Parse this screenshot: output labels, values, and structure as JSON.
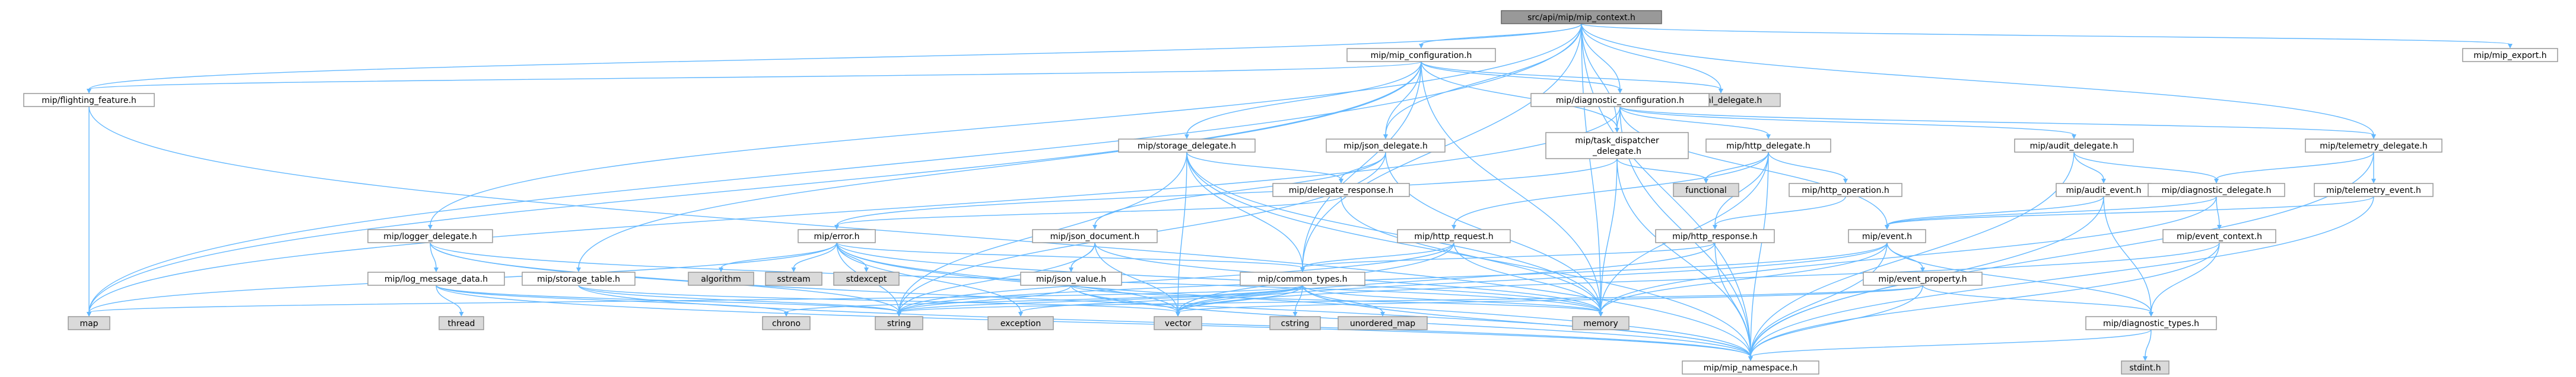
{
  "graph": {
    "root": "src/api/mip/mip_context.h",
    "nodes": [
      {
        "id": "root",
        "label": "src/api/mip/mip_context.h",
        "style": "root"
      },
      {
        "id": "mip_configuration",
        "label": "mip/mip_configuration.h",
        "style": "white"
      },
      {
        "id": "mip_export",
        "label": "mip/mip_export.h",
        "style": "white"
      },
      {
        "id": "flighting_feature",
        "label": "mip/flighting_feature.h",
        "style": "white"
      },
      {
        "id": "xml_delegate",
        "label": "mip/xml_delegate.h",
        "style": "gray"
      },
      {
        "id": "diagnostic_configuration",
        "label": "mip/diagnostic_configuration.h",
        "style": "white"
      },
      {
        "id": "storage_delegate",
        "label": "mip/storage_delegate.h",
        "style": "white"
      },
      {
        "id": "json_delegate",
        "label": "mip/json_delegate.h",
        "style": "white"
      },
      {
        "id": "task_dispatcher_delegate",
        "label": "mip/task_dispatcher_delegate.h",
        "style": "white"
      },
      {
        "id": "http_delegate",
        "label": "mip/http_delegate.h",
        "style": "white"
      },
      {
        "id": "audit_delegate",
        "label": "mip/audit_delegate.h",
        "style": "white"
      },
      {
        "id": "telemetry_delegate",
        "label": "mip/telemetry_delegate.h",
        "style": "white"
      },
      {
        "id": "functional",
        "label": "functional",
        "style": "gray"
      },
      {
        "id": "delegate_response",
        "label": "mip/delegate_response.h",
        "style": "white"
      },
      {
        "id": "http_operation",
        "label": "mip/http_operation.h",
        "style": "white"
      },
      {
        "id": "audit_event",
        "label": "mip/audit_event.h",
        "style": "white"
      },
      {
        "id": "diagnostic_delegate",
        "label": "mip/diagnostic_delegate.h",
        "style": "white"
      },
      {
        "id": "telemetry_event",
        "label": "mip/telemetry_event.h",
        "style": "white"
      },
      {
        "id": "logger_delegate",
        "label": "mip/logger_delegate.h",
        "style": "white"
      },
      {
        "id": "error",
        "label": "mip/error.h",
        "style": "white"
      },
      {
        "id": "json_document",
        "label": "mip/json_document.h",
        "style": "white"
      },
      {
        "id": "http_request",
        "label": "mip/http_request.h",
        "style": "white"
      },
      {
        "id": "http_response",
        "label": "mip/http_response.h",
        "style": "white"
      },
      {
        "id": "event",
        "label": "mip/event.h",
        "style": "white"
      },
      {
        "id": "event_context",
        "label": "mip/event_context.h",
        "style": "white"
      },
      {
        "id": "algorithm",
        "label": "algorithm",
        "style": "gray"
      },
      {
        "id": "sstream",
        "label": "sstream",
        "style": "gray"
      },
      {
        "id": "stdexcept",
        "label": "stdexcept",
        "style": "gray"
      },
      {
        "id": "log_message_data",
        "label": "mip/log_message_data.h",
        "style": "white"
      },
      {
        "id": "storage_table",
        "label": "mip/storage_table.h",
        "style": "white"
      },
      {
        "id": "json_value",
        "label": "mip/json_value.h",
        "style": "white"
      },
      {
        "id": "common_types",
        "label": "mip/common_types.h",
        "style": "white"
      },
      {
        "id": "event_property",
        "label": "mip/event_property.h",
        "style": "white"
      },
      {
        "id": "map",
        "label": "map",
        "style": "gray"
      },
      {
        "id": "thread",
        "label": "thread",
        "style": "gray"
      },
      {
        "id": "chrono",
        "label": "chrono",
        "style": "gray"
      },
      {
        "id": "string",
        "label": "string",
        "style": "gray"
      },
      {
        "id": "exception",
        "label": "exception",
        "style": "gray"
      },
      {
        "id": "vector",
        "label": "vector",
        "style": "gray"
      },
      {
        "id": "cstring",
        "label": "cstring",
        "style": "gray"
      },
      {
        "id": "unordered_map",
        "label": "unordered_map",
        "style": "gray"
      },
      {
        "id": "memory",
        "label": "memory",
        "style": "gray"
      },
      {
        "id": "diagnostic_types",
        "label": "mip/diagnostic_types.h",
        "style": "white"
      },
      {
        "id": "mip_namespace",
        "label": "mip/mip_namespace.h",
        "style": "white"
      },
      {
        "id": "stdint",
        "label": "stdint.h",
        "style": "gray"
      }
    ],
    "edges": [
      [
        "root",
        "mip_configuration"
      ],
      [
        "root",
        "mip_export"
      ],
      [
        "root",
        "flighting_feature"
      ],
      [
        "root",
        "xml_delegate"
      ],
      [
        "root",
        "diagnostic_configuration"
      ],
      [
        "root",
        "json_delegate"
      ],
      [
        "root",
        "telemetry_delegate"
      ],
      [
        "root",
        "logger_delegate"
      ],
      [
        "root",
        "map"
      ],
      [
        "root",
        "mip_namespace"
      ],
      [
        "root",
        "memory"
      ],
      [
        "root",
        "common_types"
      ],
      [
        "root",
        "task_dispatcher_delegate"
      ],
      [
        "mip_configuration",
        "flighting_feature"
      ],
      [
        "mip_configuration",
        "xml_delegate"
      ],
      [
        "mip_configuration",
        "diagnostic_configuration"
      ],
      [
        "mip_configuration",
        "storage_delegate"
      ],
      [
        "mip_configuration",
        "json_delegate"
      ],
      [
        "mip_configuration",
        "task_dispatcher_delegate"
      ],
      [
        "mip_configuration",
        "map"
      ],
      [
        "mip_configuration",
        "memory"
      ],
      [
        "mip_configuration",
        "storage_table"
      ],
      [
        "mip_configuration",
        "common_types"
      ],
      [
        "flighting_feature",
        "map"
      ],
      [
        "flighting_feature",
        "mip_namespace"
      ],
      [
        "diagnostic_configuration",
        "task_dispatcher_delegate"
      ],
      [
        "diagnostic_configuration",
        "http_delegate"
      ],
      [
        "diagnostic_configuration",
        "audit_delegate"
      ],
      [
        "diagnostic_configuration",
        "telemetry_delegate"
      ],
      [
        "diagnostic_configuration",
        "map"
      ],
      [
        "diagnostic_configuration",
        "mip_namespace"
      ],
      [
        "diagnostic_configuration",
        "event"
      ],
      [
        "storage_delegate",
        "delegate_response"
      ],
      [
        "storage_delegate",
        "common_types"
      ],
      [
        "storage_delegate",
        "vector"
      ],
      [
        "storage_delegate",
        "memory"
      ],
      [
        "storage_delegate",
        "string"
      ],
      [
        "storage_delegate",
        "mip_namespace"
      ],
      [
        "json_delegate",
        "delegate_response"
      ],
      [
        "json_delegate",
        "json_document"
      ],
      [
        "json_delegate",
        "memory"
      ],
      [
        "json_delegate",
        "string"
      ],
      [
        "task_dispatcher_delegate",
        "functional"
      ],
      [
        "task_dispatcher_delegate",
        "memory"
      ],
      [
        "task_dispatcher_delegate",
        "error"
      ],
      [
        "task_dispatcher_delegate",
        "mip_namespace"
      ],
      [
        "http_delegate",
        "functional"
      ],
      [
        "http_delegate",
        "http_operation"
      ],
      [
        "http_delegate",
        "http_request"
      ],
      [
        "http_delegate",
        "http_response"
      ],
      [
        "http_delegate",
        "memory"
      ],
      [
        "http_delegate",
        "mip_namespace"
      ],
      [
        "audit_delegate",
        "audit_event"
      ],
      [
        "audit_delegate",
        "diagnostic_delegate"
      ],
      [
        "audit_delegate",
        "mip_namespace"
      ],
      [
        "telemetry_delegate",
        "diagnostic_delegate"
      ],
      [
        "telemetry_delegate",
        "telemetry_event"
      ],
      [
        "telemetry_delegate",
        "mip_namespace"
      ],
      [
        "delegate_response",
        "error"
      ],
      [
        "delegate_response",
        "memory"
      ],
      [
        "http_operation",
        "http_response"
      ],
      [
        "audit_event",
        "event"
      ],
      [
        "audit_event",
        "diagnostic_types"
      ],
      [
        "audit_event",
        "mip_namespace"
      ],
      [
        "diagnostic_delegate",
        "event"
      ],
      [
        "diagnostic_delegate",
        "event_context"
      ],
      [
        "diagnostic_delegate",
        "memory"
      ],
      [
        "telemetry_event",
        "event"
      ],
      [
        "telemetry_event",
        "mip_namespace"
      ],
      [
        "logger_delegate",
        "log_message_data"
      ],
      [
        "logger_delegate",
        "mip_namespace"
      ],
      [
        "logger_delegate",
        "string"
      ],
      [
        "logger_delegate",
        "memory"
      ],
      [
        "error",
        "algorithm"
      ],
      [
        "error",
        "sstream"
      ],
      [
        "error",
        "stdexcept"
      ],
      [
        "error",
        "map"
      ],
      [
        "error",
        "common_types"
      ],
      [
        "error",
        "exception"
      ],
      [
        "error",
        "memory"
      ],
      [
        "error",
        "string"
      ],
      [
        "error",
        "vector"
      ],
      [
        "error",
        "mip_namespace"
      ],
      [
        "json_document",
        "json_value"
      ],
      [
        "json_document",
        "string"
      ],
      [
        "json_document",
        "vector"
      ],
      [
        "json_document",
        "memory"
      ],
      [
        "http_request",
        "common_types"
      ],
      [
        "http_request",
        "string"
      ],
      [
        "http_request",
        "vector"
      ],
      [
        "http_request",
        "memory"
      ],
      [
        "http_response",
        "mip_namespace"
      ],
      [
        "http_response",
        "vector"
      ],
      [
        "http_response",
        "common_types"
      ],
      [
        "event",
        "event_property"
      ],
      [
        "event",
        "diagnostic_types"
      ],
      [
        "event",
        "memory"
      ],
      [
        "event",
        "string"
      ],
      [
        "event",
        "vector"
      ],
      [
        "event",
        "mip_namespace"
      ],
      [
        "event_context",
        "diagnostic_types"
      ],
      [
        "event_context",
        "mip_namespace"
      ],
      [
        "event_context",
        "vector"
      ],
      [
        "log_message_data",
        "thread"
      ],
      [
        "log_message_data",
        "chrono"
      ],
      [
        "log_message_data",
        "string"
      ],
      [
        "log_message_data",
        "mip_namespace"
      ],
      [
        "storage_table",
        "string"
      ],
      [
        "storage_table",
        "vector"
      ],
      [
        "storage_table",
        "mip_namespace"
      ],
      [
        "json_value",
        "string"
      ],
      [
        "json_value",
        "vector"
      ],
      [
        "json_value",
        "memory"
      ],
      [
        "json_value",
        "mip_namespace"
      ],
      [
        "common_types",
        "chrono"
      ],
      [
        "common_types",
        "cstring"
      ],
      [
        "common_types",
        "exception"
      ],
      [
        "common_types",
        "map"
      ],
      [
        "common_types",
        "memory"
      ],
      [
        "common_types",
        "string"
      ],
      [
        "common_types",
        "unordered_map"
      ],
      [
        "common_types",
        "vector"
      ],
      [
        "common_types",
        "mip_namespace"
      ],
      [
        "event_property",
        "string"
      ],
      [
        "event_property",
        "vector"
      ],
      [
        "event_property",
        "diagnostic_types"
      ],
      [
        "event_property",
        "mip_namespace"
      ],
      [
        "diagnostic_types",
        "stdint"
      ],
      [
        "diagnostic_types",
        "mip_namespace"
      ]
    ]
  }
}
